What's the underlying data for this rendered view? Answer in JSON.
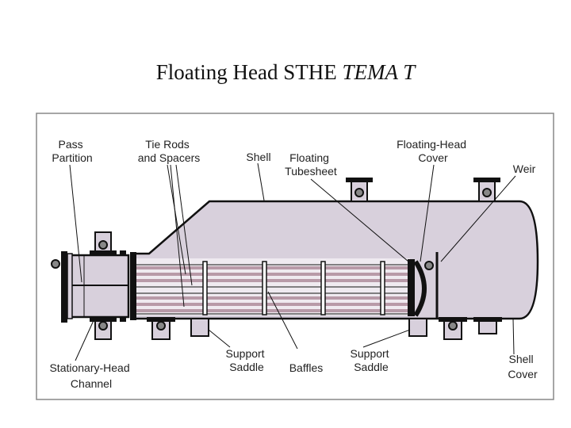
{
  "title": {
    "main": "Floating Head STHE ",
    "em": "TEMA T"
  },
  "labels": {
    "pass_partition": [
      "Pass",
      "Partition"
    ],
    "tie_rods": [
      "Tie Rods",
      "and Spacers"
    ],
    "shell": [
      "Shell"
    ],
    "floating_tubesheet": [
      "Floating",
      "Tubesheet"
    ],
    "floating_head_cover": [
      "Floating-Head",
      "Cover"
    ],
    "weir": [
      "Weir"
    ],
    "support_saddle_left": [
      "Support",
      "Saddle"
    ],
    "baffles": [
      "Baffles"
    ],
    "support_saddle_right": [
      "Support",
      "Saddle"
    ],
    "stationary_head_channel": [
      "Stationary-Head",
      "Channel"
    ],
    "shell_cover": [
      "Shell",
      "Cover"
    ]
  },
  "colors": {
    "body_fill": "#d8d0dc",
    "outline": "#111111",
    "tube": "#b89aa8",
    "frame": "#888888"
  }
}
